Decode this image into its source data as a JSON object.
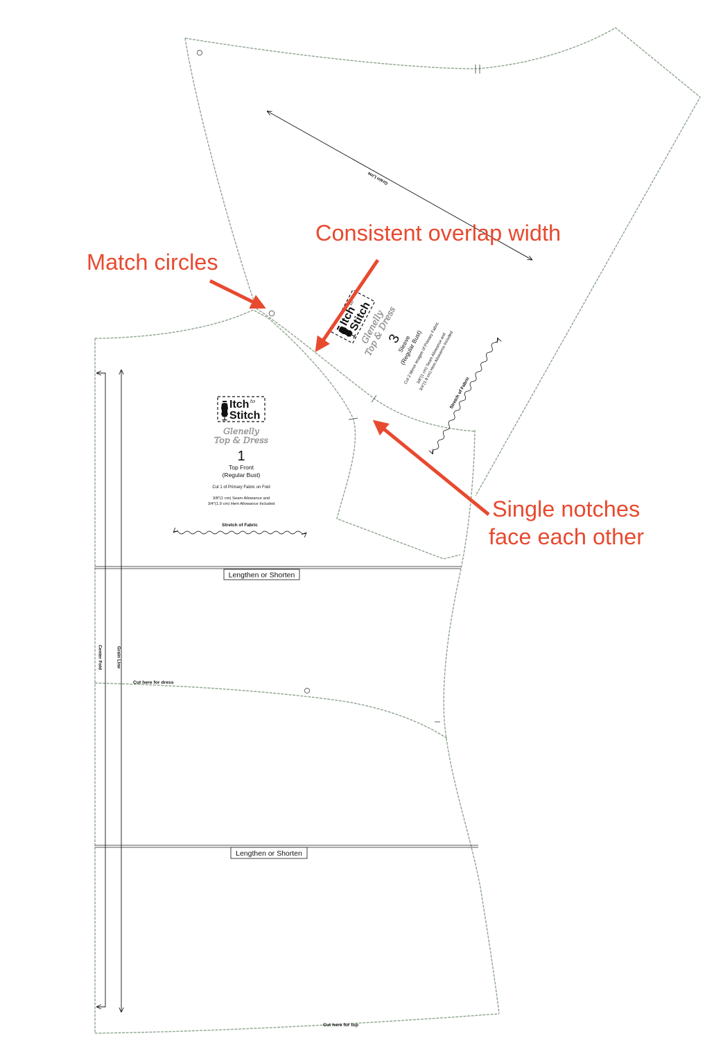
{
  "annotations": {
    "overlap": "Consistent overlap width",
    "circles": "Match circles",
    "notches": [
      "Single notches",
      "face each other"
    ],
    "color": "#E8492F"
  },
  "logo": {
    "itch": "Itch",
    "to": "to",
    "stitch": "Stitch"
  },
  "pattern": {
    "name": "Glenelly",
    "subtitle": "Top & Dress"
  },
  "front": {
    "number": "1",
    "name": "Top Front",
    "size": "(Regular Bust)",
    "cut": "Cut 1 of Primary Fabric on Fold",
    "seam": "3/8\"(1 cm) Seam Allowance and",
    "hem": "3/4\"(1.9 cm) Hem Allowance Included",
    "stretch": "Stretch of Fabric",
    "lengthen": [
      "Lengthen or Shorten",
      "Lengthen or Shorten"
    ],
    "cut_dress": "Cut here for dress",
    "cut_top": "Cut here for top",
    "center_fold": "Center Fold",
    "grain": "Grain Line"
  },
  "sleeve": {
    "number": "3",
    "name": "Sleeve",
    "size": "(Regular Bust)",
    "cut": "Cut 2 Mirror Images of Primary Fabric",
    "seam": "3/8\"(1 cm) Seam Allowance and",
    "hem": "3/4\"(1.9 cm) Hem Allowance Included",
    "stretch": "Stretch of Fabric",
    "grain": "Grain Line"
  },
  "colors": {
    "outline": "#8ea48e",
    "ink": "#111111",
    "script": "#a8a8a8"
  }
}
